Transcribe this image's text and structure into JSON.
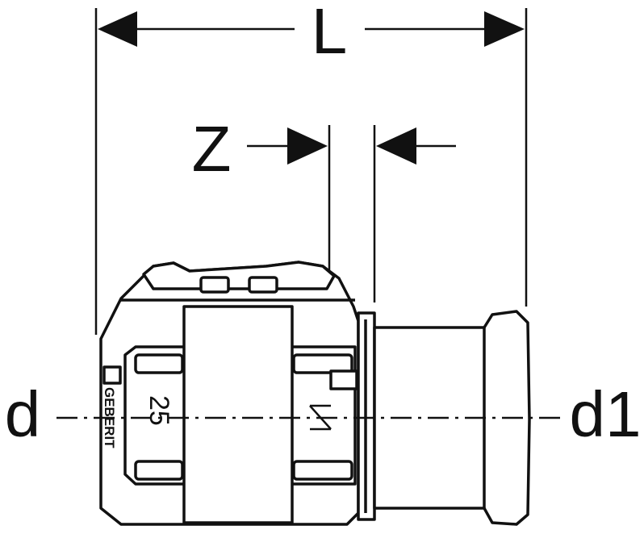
{
  "dimensions": {
    "overall_length": "L",
    "insertion_depth": "Z",
    "inlet_diameter": "d",
    "outlet_diameter": "d1"
  },
  "fitting_markings": {
    "brand": "GEBERIT",
    "size": "25"
  },
  "colors": {
    "ink": "#111111",
    "background": "#ffffff"
  }
}
